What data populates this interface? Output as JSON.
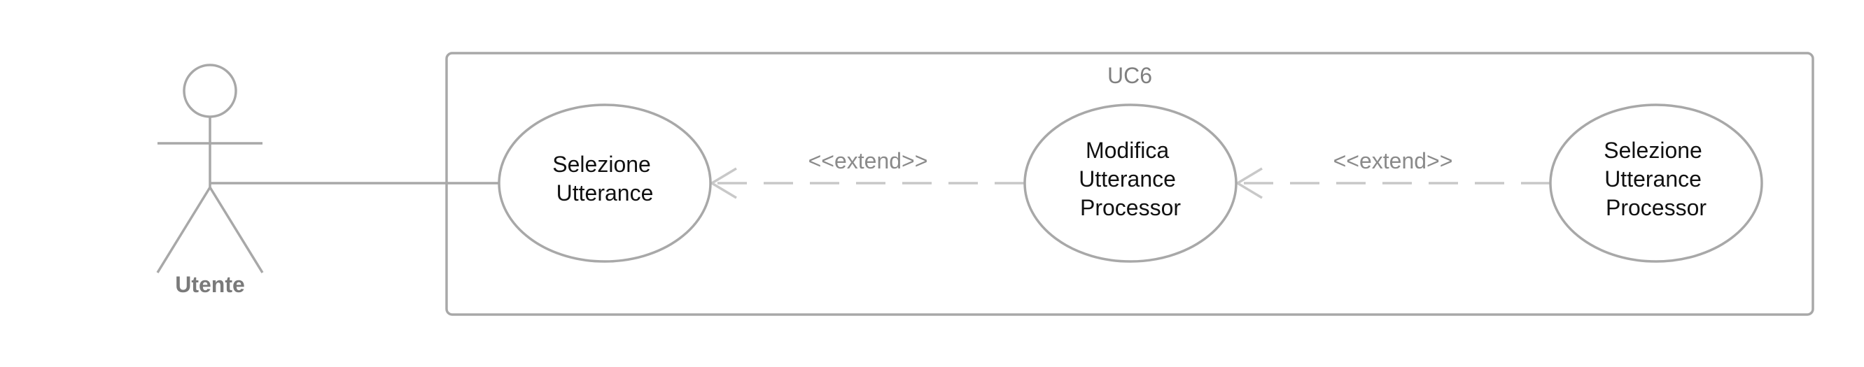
{
  "system": {
    "name": "UC6"
  },
  "actor": {
    "name": "Utente"
  },
  "use_cases": [
    {
      "lines": [
        "Selezione",
        "Utterance"
      ]
    },
    {
      "lines": [
        "Modifica",
        "Utterance",
        "Processor"
      ]
    },
    {
      "lines": [
        "Selezione",
        "Utterance",
        "Processor"
      ]
    }
  ],
  "relations": [
    {
      "stereotype": "<<extend>>"
    },
    {
      "stereotype": "<<extend>>"
    }
  ],
  "colors": {
    "line": "#a8a8a8",
    "dashed": "#c8c8c8",
    "text": "#111111"
  }
}
